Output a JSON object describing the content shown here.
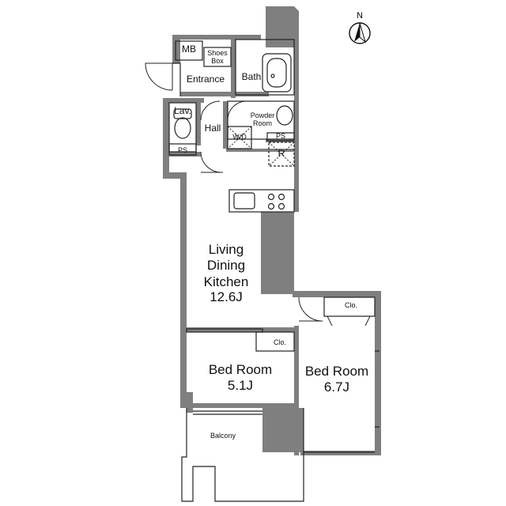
{
  "compass": {
    "label": "N"
  },
  "rooms": {
    "mb": "MB",
    "shoes_box": "Shoes\nBox",
    "entrance": "Entrance",
    "bath": "Bath",
    "lav": "Lav.",
    "hall": "Hall",
    "powder_room": "Powder\nRoom",
    "wd": "W/D",
    "ps_lav": "PS",
    "ps_kitchen": "PS",
    "refrigerator": "R",
    "ldk_name": "Living\nDining\nKitchen",
    "ldk_size": "12.6J",
    "bedroom1_name": "Bed Room",
    "bedroom1_size": "5.1J",
    "closet1": "Clo.",
    "bedroom2_name": "Bed Room",
    "bedroom2_size": "6.7J",
    "closet2": "Clo.",
    "balcony": "Balcony"
  },
  "colors": {
    "wall": "#7f7f7f",
    "line": "#222222",
    "fixture": "#555555"
  }
}
